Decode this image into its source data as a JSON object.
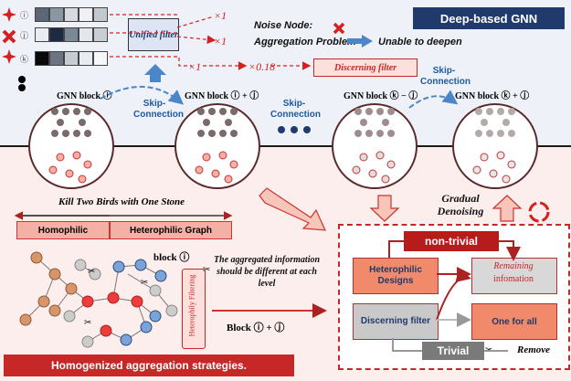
{
  "banners": {
    "top": "Deep-based GNN",
    "bottom": "Homogenized aggregation strategies."
  },
  "feature_rows": [
    {
      "label": "ⓘ",
      "cells": [
        "#5b6775",
        "#8a96a3",
        "#d6dbe1",
        "#eef0f3",
        "#c2c8d0"
      ]
    },
    {
      "label": "ⓙ",
      "cells": [
        "#e9ecf1",
        "#1e2a44",
        "#7b8896",
        "#e3e7ec",
        "#c9ced5"
      ]
    },
    {
      "label": "ⓚ",
      "cells": [
        "#0a0a0a",
        "#6b7480",
        "#c7ccd3",
        "#e8ebef",
        "#f6f7f9"
      ]
    }
  ],
  "unified_filter": "Unified filter",
  "multipliers": [
    "×1",
    "×1",
    "×1",
    "×0.18"
  ],
  "legend": {
    "noise_node": "Noise Node:",
    "aggregation_problem": "Aggregation Problem",
    "unable": "Unable to deepen"
  },
  "discerning_filter_top": "Discerning filter",
  "gnn_blocks": [
    "GNN block ⓘ",
    "GNN block ⓘ + ⓙ",
    "GNN block ⓚ − ⓙ",
    "GNN block ⓚ + ⓙ"
  ],
  "skip_connection": "Skip-Connection",
  "gradual_denoising": "Gradual Denoising",
  "kill_two_birds": "Kill Two Birds with One Stone",
  "homophilic": "Homophilic",
  "heterophilic_graph": "Heterophilic Graph",
  "block_label": "block ⓘ",
  "heterophily_filtering": "Heterophily Filtering",
  "aggregated_note": "The aggregated information should be different at each level",
  "block_next": "Block ⓘ + ⓙ",
  "right_panel": {
    "non_trivial": "non-trivial",
    "heterophilic_designs": "Heterophilic Designs",
    "remaining": "Remaining",
    "infomation": "infomation",
    "discerning_filter": "Discerning filter",
    "one_for_all": "One for all",
    "trivial": "Trivial",
    "remove": "Remove"
  },
  "colors": {
    "navy": "#1f3a6b",
    "red": "#c62828",
    "salmon": "#f4b0a4",
    "blue_arrow": "#4a86c8"
  }
}
